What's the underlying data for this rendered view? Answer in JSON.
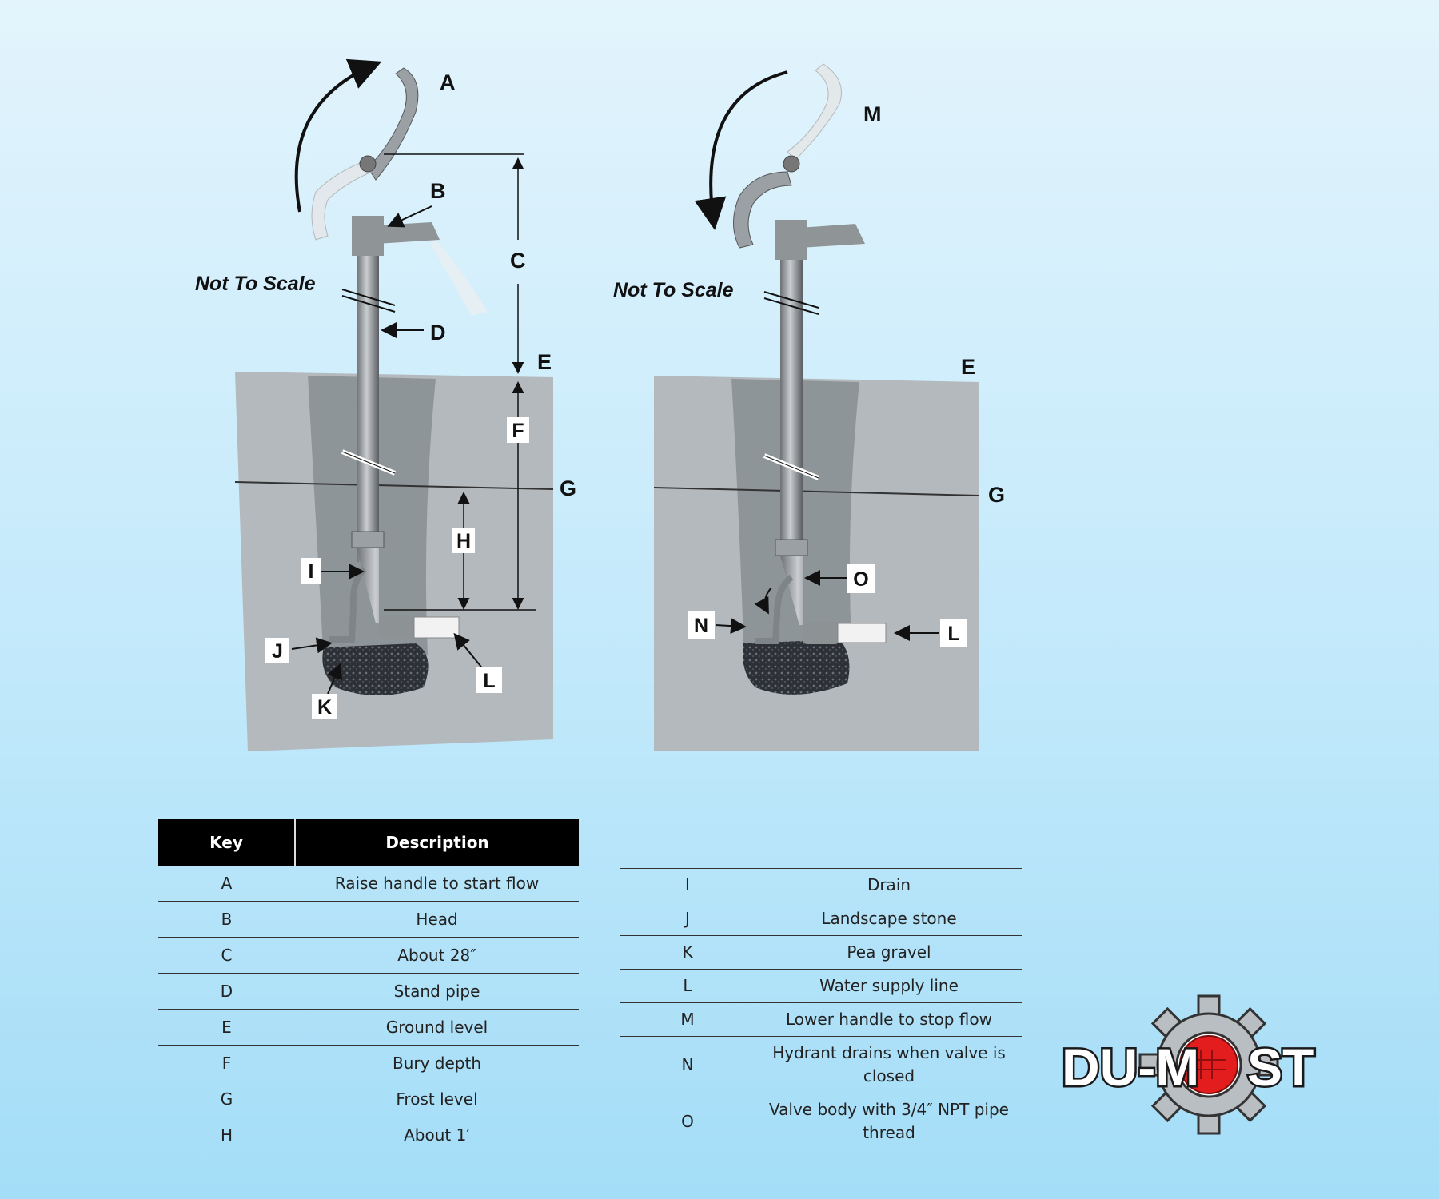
{
  "diagram": {
    "not_to_scale": "Not To Scale",
    "labels": {
      "A": "A",
      "B": "B",
      "C": "C",
      "D": "D",
      "E": "E",
      "F": "F",
      "G": "G",
      "H": "H",
      "I": "I",
      "J": "J",
      "K": "K",
      "L": "L",
      "M": "M",
      "N": "N",
      "O": "O"
    }
  },
  "table_left": {
    "header_key": "Key",
    "header_desc": "Description",
    "rows": [
      {
        "key": "A",
        "desc": "Raise handle to start flow"
      },
      {
        "key": "B",
        "desc": "Head"
      },
      {
        "key": "C",
        "desc": "About 28″"
      },
      {
        "key": "D",
        "desc": "Stand pipe"
      },
      {
        "key": "E",
        "desc": "Ground level"
      },
      {
        "key": "F",
        "desc": "Bury depth"
      },
      {
        "key": "G",
        "desc": "Frost level"
      },
      {
        "key": "H",
        "desc": "About 1′"
      }
    ]
  },
  "table_right": {
    "rows": [
      {
        "key": "I",
        "desc": "Drain"
      },
      {
        "key": "J",
        "desc": "Landscape stone"
      },
      {
        "key": "K",
        "desc": "Pea gravel"
      },
      {
        "key": "L",
        "desc": "Water supply line"
      },
      {
        "key": "M",
        "desc": "Lower handle to stop flow"
      },
      {
        "key": "N",
        "desc": "Hydrant drains when valve is closed"
      },
      {
        "key": "O",
        "desc": "Valve body with 3/4″ NPT pipe thread"
      }
    ]
  },
  "logo": {
    "text_left": "DU-M",
    "text_right": "ST"
  }
}
